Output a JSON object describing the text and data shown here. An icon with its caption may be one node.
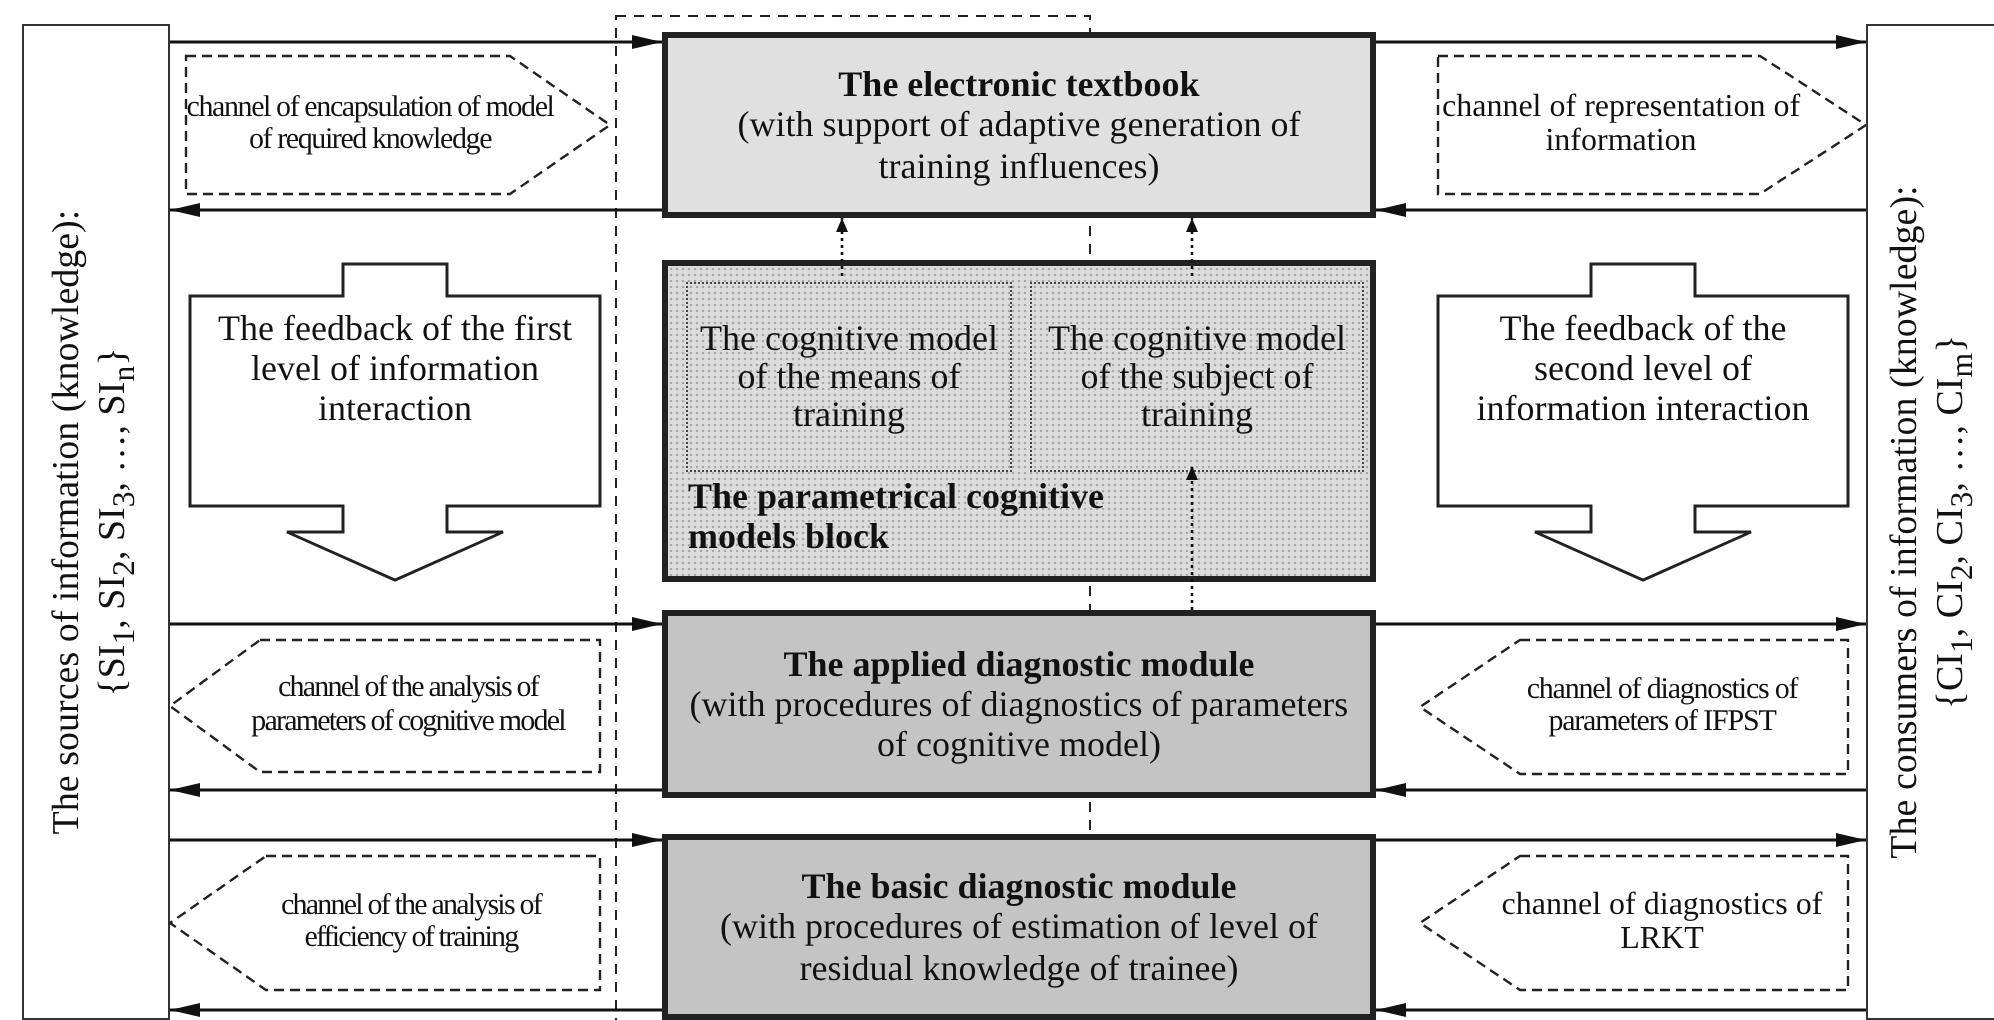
{
  "diagram": {
    "nodes": [
      {
        "text": [
          "The sources of information (knowledge):",
          "{SI$_{1}$, SI$_{2}$, SI$_{3}$, …, SI$_{n}$}"
        ]
      },
      {
        "text": [
          "channel of encapsulation of model of required knowledge"
        ]
      },
      {
        "text": [
          "The electronic textbook",
          "(with support of adaptive generation of training influences)"
        ]
      },
      {
        "text": [
          "channel of representation of information"
        ]
      },
      {
        "text": [
          "The consumers of information (knowledge):",
          "{CI$_{1}$, CI$_{2}$, CI$_{3}$, …, CI$_{m}$}"
        ]
      },
      {
        "text": [
          "The feedback of the first level of information interaction"
        ]
      },
      {
        "text": [
          "The parametrical cognitive models block"
        ]
      },
      {
        "text": [
          "The cognitive model of the means of training"
        ],
        "in": 6
      },
      {
        "text": [
          "The cognitive model of the subject of training"
        ],
        "in": 6
      },
      {
        "text": [
          "The feedback of the second level of information interaction"
        ]
      },
      {
        "text": [
          "channel of the analysis of parameters of cognitive model"
        ]
      },
      {
        "text": [
          "The applied diagnostic module",
          "(with procedures of diagnostics of parameters of cognitive model)"
        ]
      },
      {
        "text": [
          "channel of diagnostics of parameters of IFPST"
        ]
      },
      {
        "text": [
          "channel of the analysis of efficiency of training"
        ]
      },
      {
        "text": [
          "The basic diagnostic module",
          "(with procedures of estimation of level of residual knowledge of trainee)"
        ]
      },
      {
        "text": [
          "channel of diagnostics of LRKT"
        ]
      }
    ],
    "edges": [
      {
        "from": 0,
        "to": 2,
        "arrow": "to"
      },
      {
        "from": 2,
        "to": 0,
        "arrow": "to"
      },
      {
        "from": 2,
        "to": 4,
        "arrow": "to"
      },
      {
        "from": 4,
        "to": 2,
        "arrow": "to"
      },
      {
        "from": 7,
        "to": 2,
        "arrow": "to",
        "style": "dashed"
      },
      {
        "from": 8,
        "to": 2,
        "arrow": "to",
        "style": "dashed"
      },
      {
        "from": 11,
        "to": 8,
        "arrow": "to",
        "style": "dashed"
      },
      {
        "from": 0,
        "to": 11,
        "arrow": "to"
      },
      {
        "from": 11,
        "to": 0,
        "arrow": "to"
      },
      {
        "from": 11,
        "to": 4,
        "arrow": "to"
      },
      {
        "from": 4,
        "to": 11,
        "arrow": "to"
      },
      {
        "from": 0,
        "to": 14,
        "arrow": "to"
      },
      {
        "from": 14,
        "to": 0,
        "arrow": "to"
      },
      {
        "from": 14,
        "to": 4,
        "arrow": "to"
      },
      {
        "from": 4,
        "to": 14,
        "arrow": "to"
      }
    ]
  }
}
